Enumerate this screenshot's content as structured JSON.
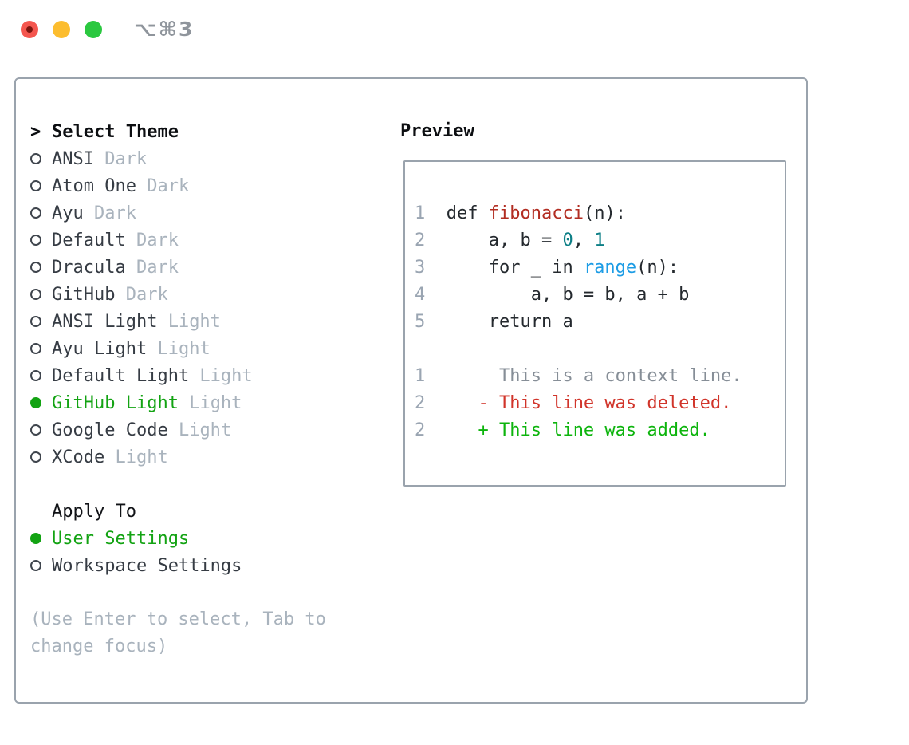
{
  "colors": {
    "accent_green": "#13a313",
    "diff_added": "#0db40d",
    "diff_deleted": "#d1342a",
    "func_red": "#b22d22",
    "number_teal": "#0d7f86",
    "builtin_blue": "#1c9ce5",
    "code_text": "#24292e",
    "list_text": "#363c44",
    "muted": "#a9b3bd",
    "line_number": "#9aa5b2",
    "context_gray": "#868e97",
    "border_gray": "#9aa3ad",
    "title_gray": "#8f959c",
    "traffic_red": "#f4564e",
    "traffic_red_dot": "#7d150e",
    "traffic_yellow": "#fcbd2f",
    "traffic_green": "#2bc840"
  },
  "window": {
    "title": "⌥⌘3",
    "traffic_lights": [
      {
        "name": "close",
        "color_key": "traffic_red",
        "dot_color_key": "traffic_red_dot"
      },
      {
        "name": "minimize",
        "color_key": "traffic_yellow"
      },
      {
        "name": "zoom",
        "color_key": "traffic_green"
      }
    ]
  },
  "theme_panel": {
    "prompt": ">",
    "header": "Select Theme",
    "items": [
      {
        "name": "ANSI",
        "variant": "Dark",
        "selected": false
      },
      {
        "name": "Atom One",
        "variant": "Dark",
        "selected": false
      },
      {
        "name": "Ayu",
        "variant": "Dark",
        "selected": false
      },
      {
        "name": "Default",
        "variant": "Dark",
        "selected": false
      },
      {
        "name": "Dracula",
        "variant": "Dark",
        "selected": false
      },
      {
        "name": "GitHub",
        "variant": "Dark",
        "selected": false
      },
      {
        "name": "ANSI Light",
        "variant": "Light",
        "selected": false
      },
      {
        "name": "Ayu Light",
        "variant": "Light",
        "selected": false
      },
      {
        "name": "Default Light",
        "variant": "Light",
        "selected": false
      },
      {
        "name": "GitHub Light",
        "variant": "Light",
        "selected": true
      },
      {
        "name": "Google Code",
        "variant": "Light",
        "selected": false
      },
      {
        "name": "XCode",
        "variant": "Light",
        "selected": false
      }
    ],
    "apply_to": {
      "header": "Apply To",
      "options": [
        {
          "label": "User Settings",
          "selected": true
        },
        {
          "label": "Workspace Settings",
          "selected": false
        }
      ]
    },
    "hint_lines": [
      "(Use Enter to select, Tab to",
      "change focus)"
    ]
  },
  "preview": {
    "header": "Preview",
    "lines": [
      {
        "num": "1",
        "segs": [
          {
            "t": "def ",
            "c": "code"
          },
          {
            "t": "fibonacci",
            "c": "func"
          },
          {
            "t": "(n):",
            "c": "code"
          }
        ]
      },
      {
        "num": "2",
        "segs": [
          {
            "t": "    a, b = ",
            "c": "code"
          },
          {
            "t": "0",
            "c": "number"
          },
          {
            "t": ", ",
            "c": "code"
          },
          {
            "t": "1",
            "c": "number"
          }
        ]
      },
      {
        "num": "3",
        "segs": [
          {
            "t": "    for _ in ",
            "c": "code"
          },
          {
            "t": "range",
            "c": "builtin"
          },
          {
            "t": "(n):",
            "c": "code"
          }
        ]
      },
      {
        "num": "4",
        "segs": [
          {
            "t": "        a, b = b, a + b",
            "c": "code"
          }
        ]
      },
      {
        "num": "5",
        "segs": [
          {
            "t": "    return a",
            "c": "code"
          }
        ]
      },
      {
        "num": "",
        "segs": []
      },
      {
        "num": "1",
        "segs": [
          {
            "t": "     This is a context line.",
            "c": "context"
          }
        ]
      },
      {
        "num": "2",
        "segs": [
          {
            "t": "   - This line was deleted.",
            "c": "deleted"
          }
        ]
      },
      {
        "num": "2",
        "segs": [
          {
            "t": "   + This line was added.",
            "c": "added"
          }
        ]
      }
    ]
  }
}
